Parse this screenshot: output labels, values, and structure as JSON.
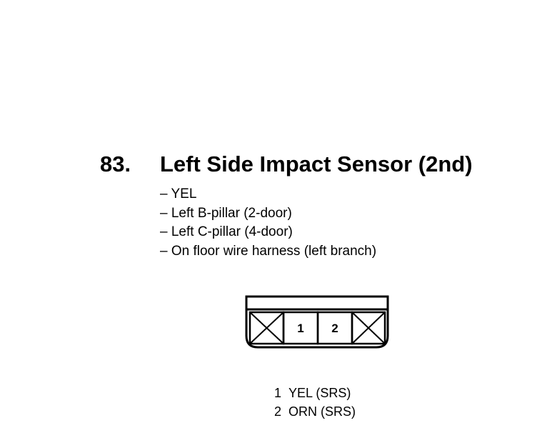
{
  "component": {
    "number": "83.",
    "title": "Left Side Impact Sensor (2nd)"
  },
  "details": [
    "– YEL",
    "– Left B-pillar (2-door)",
    "– Left C-pillar (4-door)",
    "– On floor wire harness (left branch)"
  ],
  "connector": {
    "cavities": [
      "1",
      "2"
    ]
  },
  "pinout": [
    {
      "pin": "1",
      "wire": "YEL (SRS)"
    },
    {
      "pin": "2",
      "wire": "ORN (SRS)"
    }
  ]
}
